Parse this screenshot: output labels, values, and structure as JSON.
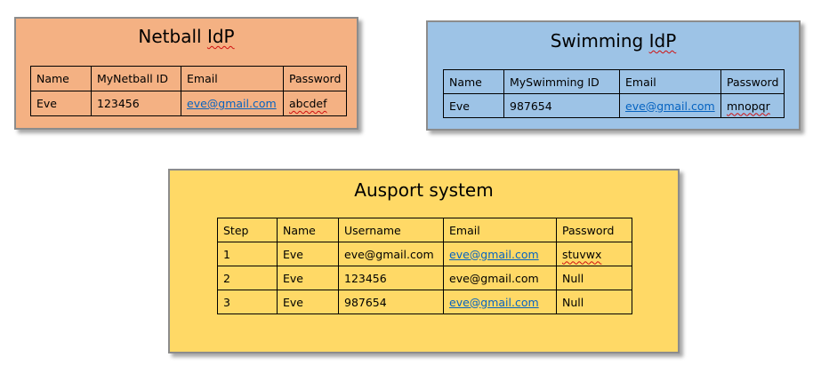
{
  "panels": {
    "netball": {
      "title": "Netball IdP",
      "title_plain": "Netball",
      "title_marked": "IdP",
      "bg": "#f4b183",
      "headers": [
        "Name",
        "MyNetball ID",
        "Email",
        "Password"
      ],
      "row": [
        "Eve",
        "123456",
        "eve@gmail.com",
        "abcdef"
      ]
    },
    "swimming": {
      "title": "Swimming IdP",
      "title_plain": "Swimming",
      "title_marked": "IdP",
      "bg": "#9dc3e6",
      "headers": [
        "Name",
        "MySwimming ID",
        "Email",
        "Password"
      ],
      "row": [
        "Eve",
        "987654",
        "eve@gmail.com",
        "mnopqr"
      ]
    },
    "ausport": {
      "title": "Ausport system",
      "bg": "#ffd966",
      "headers": [
        "Step",
        "Name",
        "Username",
        "Email",
        "Password"
      ],
      "rows": [
        [
          "1",
          "Eve",
          "eve@gmail.com",
          "eve@gmail.com",
          "stuvwx"
        ],
        [
          "2",
          "Eve",
          "123456",
          "eve@gmail.com",
          "Null"
        ],
        [
          "3",
          "Eve",
          "987654",
          "eve@gmail.com",
          "Null"
        ]
      ]
    }
  },
  "colors": {
    "link": "#0563c1",
    "spellcheck": "#d01010",
    "border": "#8c8c8c"
  }
}
